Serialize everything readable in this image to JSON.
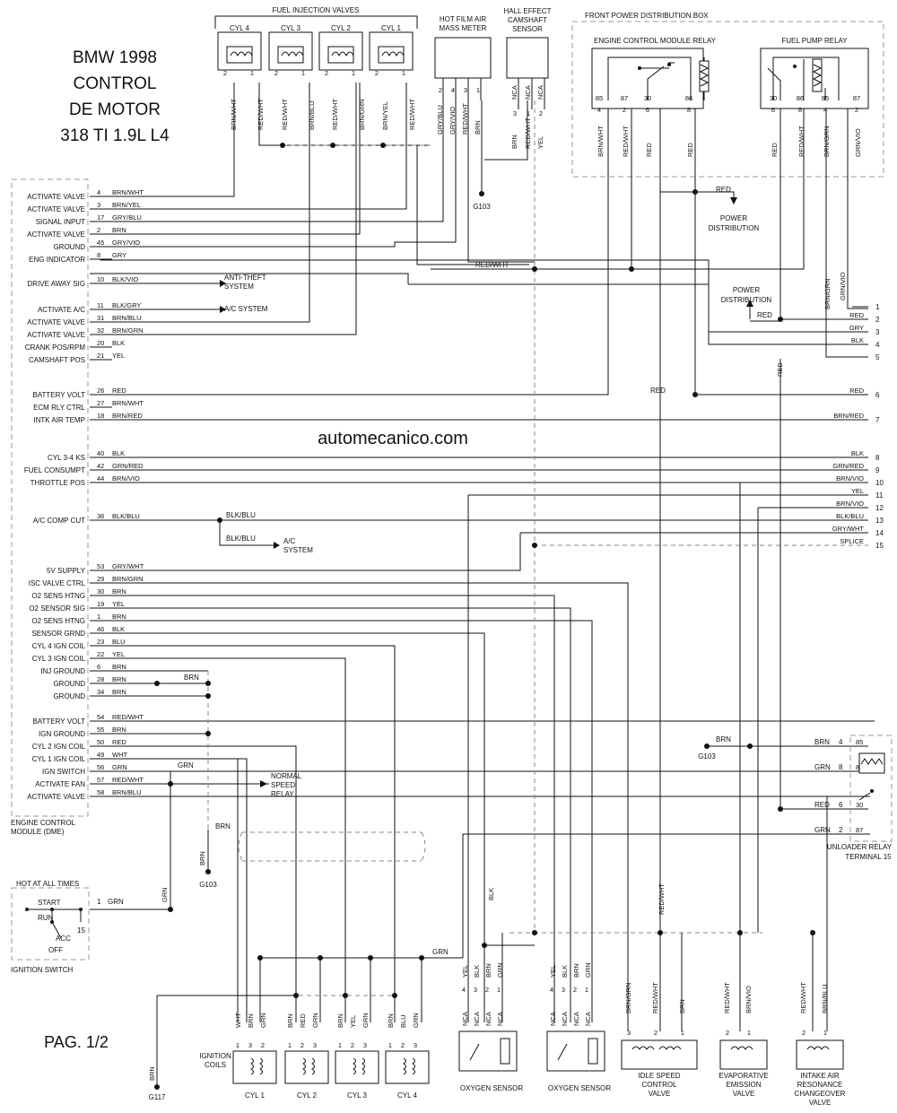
{
  "title": {
    "line1": "BMW 1998",
    "line2": "CONTROL",
    "line3": "DE MOTOR",
    "line4": "318 TI 1.9L L4"
  },
  "watermark": "automecanico.com",
  "page_label": "PAG. 1/2",
  "ecm": {
    "label1": "ENGINE CONTROL",
    "label2": "MODULE (DME)"
  },
  "pins": [
    {
      "name": "ACTIVATE VALVE",
      "pin": "4",
      "wire": "BRN/WHT"
    },
    {
      "name": "ACTIVATE VALVE",
      "pin": "3",
      "wire": "BRN/YEL"
    },
    {
      "name": "SIGNAL INPUT",
      "pin": "17",
      "wire": "GRY/BLU"
    },
    {
      "name": "ACTIVATE VALVE",
      "pin": "2",
      "wire": "BRN"
    },
    {
      "name": "GROUND",
      "pin": "45",
      "wire": "GRY/VIO"
    },
    {
      "name": "ENG INDICATOR",
      "pin": "8",
      "wire": "GRY"
    },
    {
      "name": "DRIVE AWAY SIG",
      "pin": "10",
      "wire": "BLK/VIO"
    },
    {
      "name": "ACTIVATE A/C",
      "pin": "11",
      "wire": "BLK/GRY"
    },
    {
      "name": "ACTIVATE VALVE",
      "pin": "31",
      "wire": "BRN/BLU"
    },
    {
      "name": "ACTIVATE VALVE",
      "pin": "32",
      "wire": "BRN/GRN"
    },
    {
      "name": "CRANK POS/RPM",
      "pin": "20",
      "wire": "BLK"
    },
    {
      "name": "CAMSHAFT POS",
      "pin": "21",
      "wire": "YEL"
    },
    {
      "name": "BATTERY VOLT",
      "pin": "26",
      "wire": "RED"
    },
    {
      "name": "ECM RLY CTRL",
      "pin": "27",
      "wire": "BRN/WHT"
    },
    {
      "name": "INTK AIR TEMP",
      "pin": "18",
      "wire": "BRN/RED"
    },
    {
      "name": "CYL 3-4 KS",
      "pin": "40",
      "wire": "BLK"
    },
    {
      "name": "FUEL CONSUMPT",
      "pin": "42",
      "wire": "GRN/RED"
    },
    {
      "name": "THROTTLE POS",
      "pin": "44",
      "wire": "BRN/VIO"
    },
    {
      "name": "A/C COMP CUT",
      "pin": "36",
      "wire": "BLK/BLU"
    },
    {
      "name": "5V SUPPLY",
      "pin": "53",
      "wire": "GRY/WHT"
    },
    {
      "name": "ISC VALVE CTRL",
      "pin": "29",
      "wire": "BRN/GRN"
    },
    {
      "name": "O2 SENS HTNG",
      "pin": "30",
      "wire": "BRN"
    },
    {
      "name": "O2 SENSOR SIG",
      "pin": "19",
      "wire": "YEL"
    },
    {
      "name": "O2 SENS HTNG",
      "pin": "1",
      "wire": "BRN"
    },
    {
      "name": "SENSOR GRND",
      "pin": "46",
      "wire": "BLK"
    },
    {
      "name": "CYL 4 IGN COIL",
      "pin": "23",
      "wire": "BLU"
    },
    {
      "name": "CYL 3 IGN COIL",
      "pin": "22",
      "wire": "YEL"
    },
    {
      "name": "INJ GROUND",
      "pin": "6",
      "wire": "BRN"
    },
    {
      "name": "GROUND",
      "pin": "28",
      "wire": "BRN"
    },
    {
      "name": "GROUND",
      "pin": "34",
      "wire": "BRN"
    },
    {
      "name": "BATTERY VOLT",
      "pin": "54",
      "wire": "RED/WHT"
    },
    {
      "name": "IGN GROUND",
      "pin": "55",
      "wire": "BRN"
    },
    {
      "name": "CYL 2 IGN COIL",
      "pin": "50",
      "wire": "RED"
    },
    {
      "name": "CYL 1 IGN COIL",
      "pin": "49",
      "wire": "WHT"
    },
    {
      "name": "IGN SWITCH",
      "pin": "56",
      "wire": "GRN"
    },
    {
      "name": "ACTIVATE FAN",
      "pin": "57",
      "wire": "RED/WHT"
    },
    {
      "name": "ACTIVATE VALVE",
      "pin": "58",
      "wire": "BRN/BLU"
    }
  ],
  "headers": {
    "fuel_injection_valves": "FUEL INJECTION VALVES",
    "hfm1": "HOT FILM AIR",
    "hfm2": "MASS METER",
    "hall1": "HALL EFFECT",
    "hall2": "CAMSHAFT",
    "hall3": "SENSOR",
    "fpdb": "FRONT POWER DISTRIBUTION BOX",
    "ecm_relay": "ENGINE CONTROL MODULE RELAY",
    "fuel_pump_relay": "FUEL PUMP RELAY"
  },
  "injectors": [
    {
      "label": "CYL 4",
      "pin_a": "2",
      "pin_b": "1",
      "wire_a": "BRN/WHT",
      "wire_b": "RED/WHT"
    },
    {
      "label": "CYL 3",
      "pin_a": "2",
      "pin_b": "1",
      "wire_a": "RED/WHT",
      "wire_b": "BRN/BLU"
    },
    {
      "label": "CYL 2",
      "pin_a": "2",
      "pin_b": "1",
      "wire_a": "RED/WHT",
      "wire_b": "BRN/GRN"
    },
    {
      "label": "CYL 1",
      "pin_a": "2",
      "pin_b": "1",
      "wire_a": "BRN/YEL",
      "wire_b": "RED/WHT"
    }
  ],
  "hfm": {
    "pins": [
      "2",
      "4",
      "3",
      "1"
    ],
    "wires": [
      "GRY/BLU",
      "GRY/VIO",
      "RED/WHT",
      "BRN"
    ]
  },
  "hall": {
    "pins": [
      "3",
      "1",
      "2"
    ],
    "pins_top": [
      "NCA",
      "NCA",
      "NCA"
    ],
    "wires": [
      "BRN",
      "RED/WHT",
      "YEL"
    ]
  },
  "ecm_relay": {
    "pins": [
      "85",
      "87",
      "30",
      "86"
    ],
    "pins_bottom": [
      "4",
      "2",
      "6",
      "8"
    ],
    "wires": [
      "BRN/WHT",
      "RED/WHT",
      "RED",
      "RED"
    ]
  },
  "fp_relay": {
    "pins": [
      "30",
      "86",
      "85",
      "87"
    ],
    "pins_bottom": [
      "6",
      "8",
      "4",
      "2"
    ],
    "wires": [
      "RED",
      "RED/WHT",
      "BRN/GRN",
      "GRN/VIO"
    ]
  },
  "grounds": {
    "g103": "G103",
    "g117": "G117"
  },
  "misc_labels": {
    "anti_theft1": "ANTI-THEFT",
    "anti_theft2": "SYSTEM",
    "ac_system": "A/C SYSTEM",
    "ac1": "A/C",
    "ac2": "SYSTEM",
    "power1": "POWER",
    "power2": "DISTRIBUTION",
    "red": "RED",
    "red_wht": "RED/WHT",
    "brn": "BRN",
    "grn": "GRN",
    "blk_blu": "BLK/BLU",
    "normal1": "NORMAL",
    "normal2": "SPEED",
    "normal3": "RELAY",
    "brn_red": "BRN/RED",
    "brn_grn": "BRN/GRN",
    "grn_vio": "GRN/VIO",
    "blk": "BLK"
  },
  "right_terminals": [
    {
      "num": "1",
      "wire": ""
    },
    {
      "num": "2",
      "wire": "RED"
    },
    {
      "num": "3",
      "wire": "GRY"
    },
    {
      "num": "4",
      "wire": "BLK"
    },
    {
      "num": "5",
      "wire": ""
    },
    {
      "num": "6",
      "wire": "RED"
    },
    {
      "num": "7",
      "wire": "BRN/RED"
    },
    {
      "num": "8",
      "wire": "BLK"
    },
    {
      "num": "9",
      "wire": "GRN/RED"
    },
    {
      "num": "10",
      "wire": "BRN/VIO"
    },
    {
      "num": "11",
      "wire": "YEL"
    },
    {
      "num": "12",
      "wire": "BRN/VIO"
    },
    {
      "num": "13",
      "wire": "BLK/BLU"
    },
    {
      "num": "14",
      "wire": "GRY/WHT"
    },
    {
      "num": "15",
      "wire": "SPLICE"
    }
  ],
  "unloader": {
    "label1": "UNLOADER RELAY",
    "label2": "TERMINAL 15",
    "rows": [
      {
        "wire": "BRN",
        "pin": "4",
        "term": "85"
      },
      {
        "wire": "GRN",
        "pin": "8",
        "term": "86"
      },
      {
        "wire": "RED",
        "pin": "6",
        "term": "30"
      },
      {
        "wire": "GRN",
        "pin": "2",
        "term": "87"
      }
    ]
  },
  "ign_switch": {
    "hot": "HOT AT ALL TIMES",
    "start": "START",
    "run": "RUN",
    "acc": "ACC",
    "off": "OFF",
    "pin": "1",
    "n15": "15",
    "wire": "GRN",
    "label": "IGNITION SWITCH"
  },
  "coils": {
    "label1": "IGNITION",
    "label2": "COILS",
    "items": [
      {
        "label": "CYL 1",
        "pins": [
          "1",
          "3",
          "2"
        ],
        "wires": [
          "WHT",
          "BRN",
          "GRN"
        ]
      },
      {
        "label": "CYL 2",
        "pins": [
          "1",
          "2",
          "3"
        ],
        "wires": [
          "BRN",
          "RED",
          "GRN"
        ]
      },
      {
        "label": "CYL 3",
        "pins": [
          "1",
          "2",
          "3"
        ],
        "wires": [
          "BRN",
          "YEL",
          "GRN"
        ]
      },
      {
        "label": "CYL 4",
        "pins": [
          "1",
          "2",
          "3"
        ],
        "wires": [
          "BRN",
          "BLU",
          "GRN"
        ]
      }
    ]
  },
  "o2": [
    {
      "label": "OXYGEN SENSOR",
      "pins": [
        "4",
        "3",
        "2",
        "1"
      ],
      "pins_lo": [
        "NCA",
        "NCA",
        "NCA",
        "NCA"
      ],
      "wires": [
        "YEL",
        "BLK",
        "BRN",
        "GRN"
      ]
    },
    {
      "label": "OXYGEN SENSOR",
      "pins": [
        "4",
        "3",
        "2",
        "1"
      ],
      "pins_lo": [
        "NCA",
        "NCA",
        "NCA",
        "NCA"
      ],
      "wires": [
        "YEL",
        "BLK",
        "BRN",
        "GRN"
      ]
    }
  ],
  "valves": [
    {
      "l1": "IDLE SPEED",
      "l2": "CONTROL",
      "l3": "VALVE",
      "pins": [
        "3",
        "2",
        "1"
      ],
      "wires": [
        "BRN/GRN",
        "RED/WHT",
        "BRN"
      ]
    },
    {
      "l1": "EVAPORATIVE",
      "l2": "EMISSION",
      "l3": "VALVE",
      "pins": [
        "2",
        "1"
      ],
      "wires": [
        "RED/WHT",
        "BRN/VIO"
      ]
    },
    {
      "l1": "INTAKE AIR",
      "l2": "RESONANCE",
      "l3": "CHANGEOVER",
      "l4": "VALVE",
      "pins": [
        "2",
        "1"
      ],
      "wires": [
        "RED/WHT",
        "BRN/BLU"
      ]
    }
  ],
  "vertical_labels": {
    "red_wht_isc": "RED/WHT",
    "blk_o2": "BLK",
    "grn_ign": "GRN",
    "brn_g103b": "BRN",
    "red_mid": "RED",
    "brn_grn_r": "BRN/GRN",
    "grn_vio_r": "GRN/VIO",
    "brn_g117": "BRN"
  }
}
